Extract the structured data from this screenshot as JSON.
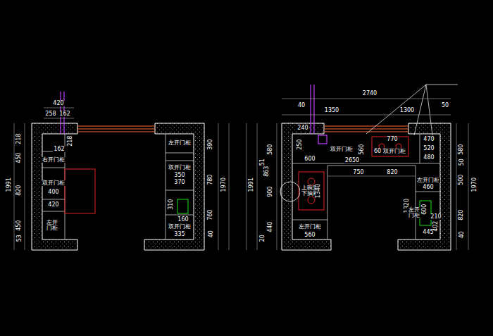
{
  "diagram": {
    "labels": [
      "420",
      "258",
      "162",
      "162",
      "218",
      "1991",
      "218",
      "450",
      "820",
      "450",
      "53",
      "右开门柜",
      "双开门柜",
      "400",
      "420",
      "左开门柜",
      "左开门柜",
      "双开门柜",
      "350",
      "370",
      "310",
      "160",
      "双开门柜",
      "335",
      "390",
      "780",
      "760",
      "40",
      "1970",
      "2740",
      "40",
      "1350",
      "1300",
      "50",
      "240",
      "250",
      "双开门柜",
      "560",
      "770",
      "60",
      "双开门柜",
      "470",
      "520",
      "480",
      "600",
      "2650",
      "750",
      "820",
      "上碗篮 下抽屉",
      "1340",
      "左开门柜",
      "560",
      "1991",
      "51",
      "580",
      "863",
      "900",
      "440",
      "20",
      "左开门柜",
      "460",
      "1320",
      "左开门柜",
      "210",
      "445",
      "402",
      "580",
      "50",
      "500",
      "1970",
      "820",
      "40",
      "600"
    ]
  }
}
